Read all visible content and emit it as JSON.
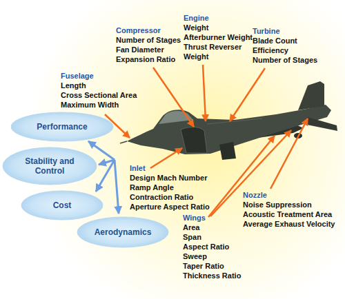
{
  "diagram": {
    "nodes": [
      {
        "text": [
          "Performance"
        ]
      },
      {
        "text": [
          "Stability and Control"
        ]
      },
      {
        "text": [
          "Cost"
        ]
      },
      {
        "text": [
          "Aerodynamics"
        ]
      }
    ],
    "labels": [
      "Engine",
      "Weight",
      "Afterburner Weight",
      "Thrust Reverser Weight",
      "Compressor",
      "Number of Stages",
      "Fan Diameter",
      "Expansion Ratio",
      "Turbine",
      "Blade Count",
      "Efficiency",
      "Number of Stages",
      "Fuselage",
      "Length",
      "Cross Sectional Area",
      "Maximum Width",
      "Inlet",
      "Design Mach Number",
      "Ramp Angle",
      "Contraction Ratio",
      "Aperture Aspect Ratio",
      "Nozzle",
      "Noise Suppression",
      "Acoustic Treatment Area",
      "Average Exhaust Velocity",
      "Wings",
      "Area",
      "Span",
      "Aspect Ratio",
      "Sweep",
      "Taper Ratio",
      "Thickness Ratio"
    ]
  }
}
